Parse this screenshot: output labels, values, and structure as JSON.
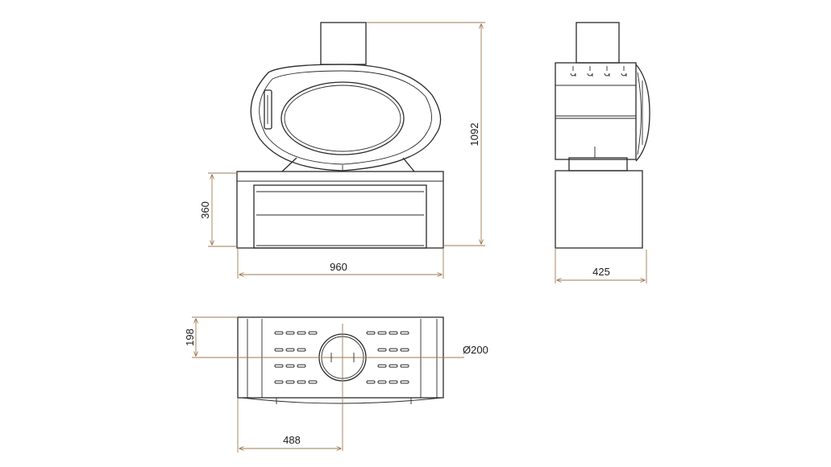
{
  "dimensions": {
    "height_total": "1092",
    "base_height": "360",
    "front_width": "960",
    "side_depth": "425",
    "top_offset": "198",
    "flue_diameter": "Ø200",
    "flue_offset": "488"
  },
  "colors": {
    "line": "#2a2a2a",
    "dimension": "#a07a50",
    "background": "#ffffff"
  }
}
